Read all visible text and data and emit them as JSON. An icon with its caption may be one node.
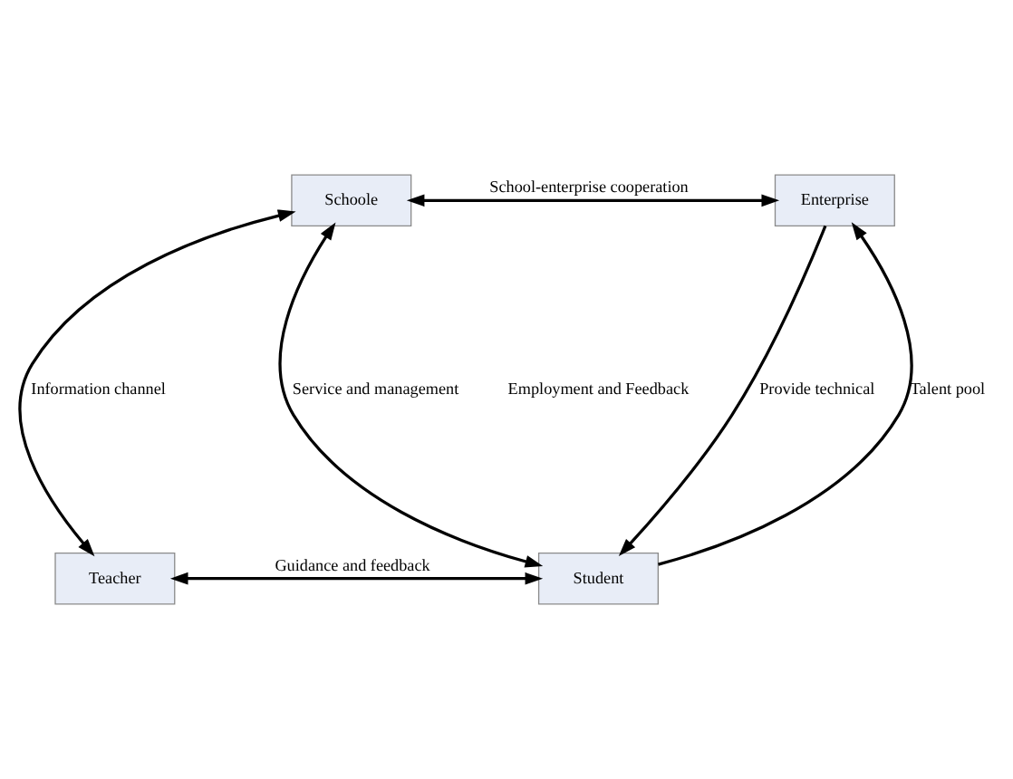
{
  "diagram": {
    "nodes": [
      {
        "text": [
          "Schoole"
        ]
      },
      {
        "text": [
          "Enterprise"
        ]
      },
      {
        "text": [
          "Teacher"
        ]
      },
      {
        "text": [
          "Student"
        ]
      }
    ],
    "edges": [
      {
        "from": 0,
        "to": 1,
        "arrow": "both",
        "label": "School-enterprise cooperation"
      },
      {
        "from": 0,
        "to": 2,
        "arrow": "both",
        "label": "Information channel"
      },
      {
        "from": 0,
        "to": 3,
        "arrow": "both",
        "label": "Service and management"
      },
      {
        "from": 1,
        "to": 3,
        "arrow": "to",
        "label": "Provide technical"
      },
      {
        "from": 3,
        "to": 1,
        "arrow": "to",
        "label": "Talent pool"
      },
      {
        "from": 2,
        "to": 3,
        "arrow": "both",
        "label": "Guidance and feedback"
      }
    ],
    "labels": [
      "Employment and Feedback"
    ]
  }
}
